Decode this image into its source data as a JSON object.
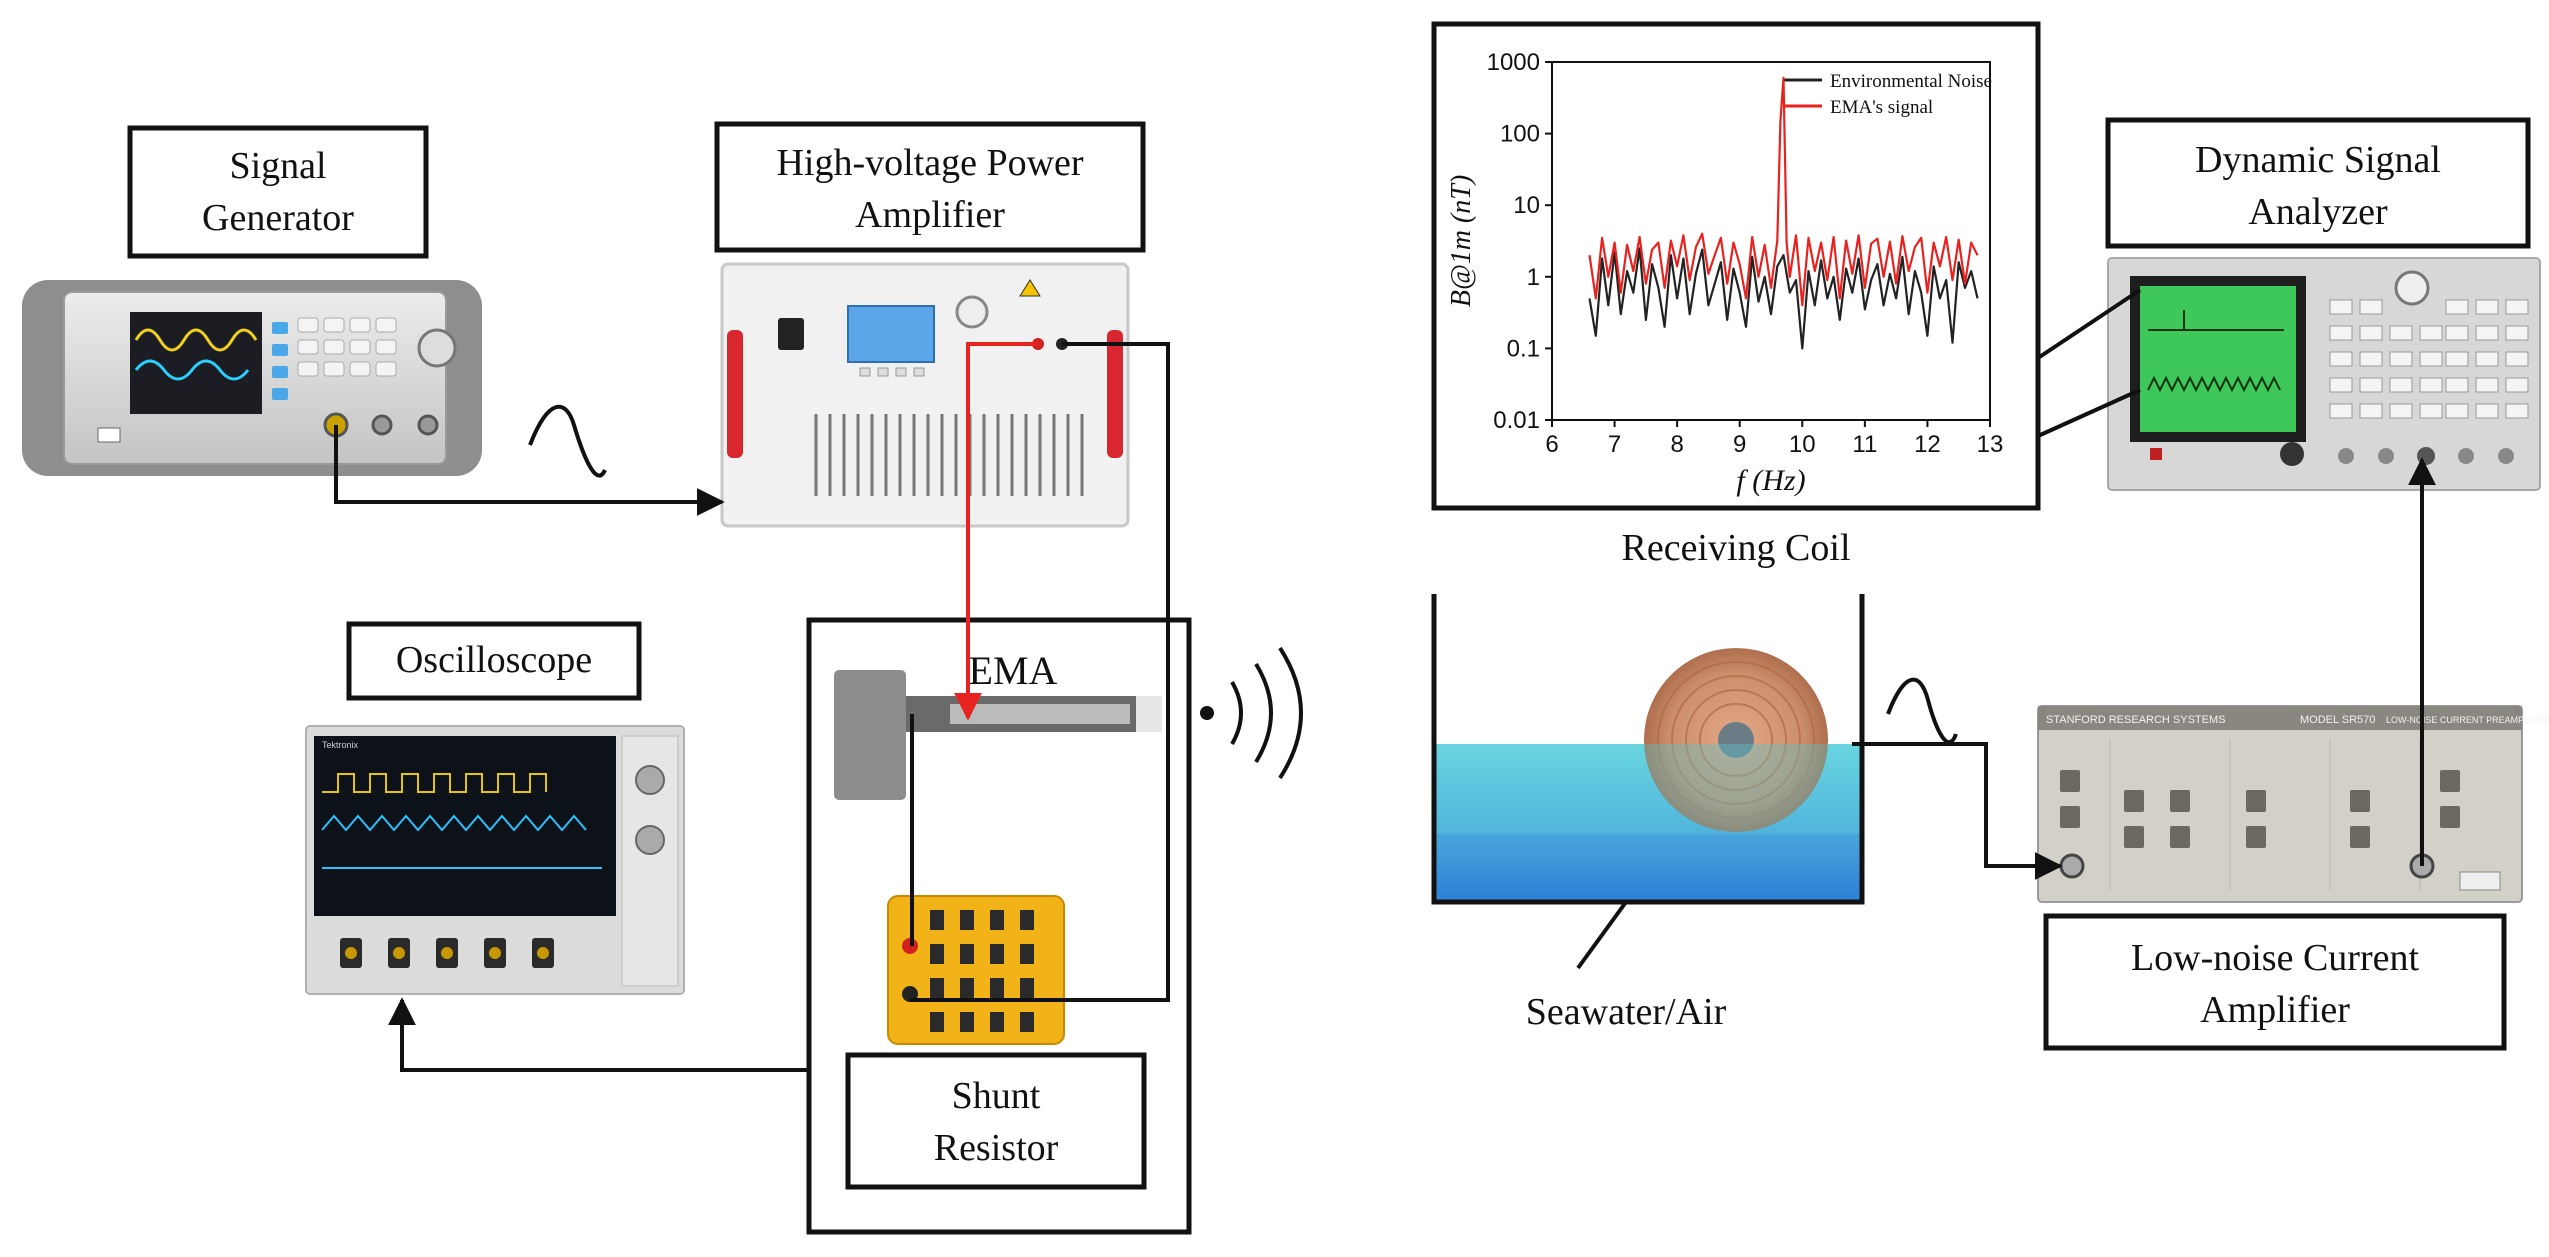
{
  "labels": {
    "signal_generator": [
      "Signal",
      "Generator"
    ],
    "power_amplifier": [
      "High-voltage Power",
      "Amplifier"
    ],
    "oscilloscope": "Oscilloscope",
    "ema": "EMA",
    "shunt_resistor": [
      "Shunt",
      "Resistor"
    ],
    "receiving_coil": "Receiving Coil",
    "seawater_air": "Seawater/Air",
    "dynamic_signal_analyzer": [
      "Dynamic Signal",
      "Analyzer"
    ],
    "current_amplifier": [
      "Low-noise Current",
      "Amplifier"
    ]
  },
  "device_text": {
    "oscilloscope_brand": "Tektronix",
    "current_amp_brand": "STANFORD RESEARCH SYSTEMS",
    "current_amp_model": "MODEL SR570",
    "current_amp_title": "LOW-NOISE CURRENT PREAMPLIFIER"
  },
  "colors": {
    "line": "#111111",
    "red_wire": "#e8231f",
    "water_top": "#5fd0dc",
    "water_bottom": "#2a7fd6",
    "coil": "#c98660",
    "resistor_body": "#f2b318",
    "analyzer_screen": "#3ec85a",
    "amp_handle": "#d8272e"
  },
  "chart_data": {
    "type": "line",
    "xlabel": "f (Hz)",
    "ylabel": "B@1m (nT)",
    "xlim": [
      6,
      13
    ],
    "ylim": [
      0.01,
      1000
    ],
    "yscale": "log",
    "xticks": [
      "6",
      "7",
      "8",
      "9",
      "10",
      "11",
      "12",
      "13"
    ],
    "yticks": [
      "0.01",
      "0.1",
      "1",
      "10",
      "100",
      "1000"
    ],
    "legend_position": "top-right",
    "series": [
      {
        "name": "Environmental Noise",
        "color": "#222222",
        "x": [
          6.6,
          6.7,
          6.8,
          6.9,
          7.0,
          7.1,
          7.2,
          7.3,
          7.4,
          7.5,
          7.6,
          7.7,
          7.8,
          7.9,
          8.0,
          8.1,
          8.2,
          8.3,
          8.4,
          8.5,
          8.6,
          8.7,
          8.8,
          8.9,
          9.0,
          9.1,
          9.2,
          9.3,
          9.4,
          9.5,
          9.6,
          9.7,
          9.8,
          9.9,
          10.0,
          10.1,
          10.2,
          10.3,
          10.4,
          10.5,
          10.6,
          10.7,
          10.8,
          10.9,
          11.0,
          11.1,
          11.2,
          11.3,
          11.4,
          11.5,
          11.6,
          11.7,
          11.8,
          11.9,
          12.0,
          12.1,
          12.2,
          12.3,
          12.4,
          12.5,
          12.6,
          12.7,
          12.8
        ],
        "y": [
          0.5,
          0.15,
          1.8,
          0.4,
          2.2,
          0.3,
          1.2,
          0.6,
          2.5,
          0.25,
          1.5,
          0.7,
          0.2,
          2.0,
          0.5,
          1.8,
          0.3,
          1.1,
          2.4,
          0.4,
          0.8,
          1.6,
          0.25,
          1.3,
          0.6,
          0.2,
          1.9,
          0.45,
          1.0,
          0.3,
          1.4,
          2.0,
          0.6,
          0.9,
          0.1,
          1.2,
          0.4,
          1.7,
          0.5,
          1.0,
          0.25,
          1.3,
          0.6,
          1.8,
          0.35,
          0.9,
          1.5,
          0.4,
          1.1,
          0.5,
          1.9,
          0.3,
          1.2,
          0.6,
          0.15,
          1.4,
          0.5,
          0.9,
          0.12,
          1.6,
          0.7,
          1.2,
          0.5
        ]
      },
      {
        "name": "EMA's signal",
        "color": "#e8231f",
        "x": [
          6.6,
          6.7,
          6.8,
          6.9,
          7.0,
          7.1,
          7.2,
          7.3,
          7.4,
          7.5,
          7.6,
          7.7,
          7.8,
          7.9,
          8.0,
          8.1,
          8.2,
          8.3,
          8.4,
          8.5,
          8.6,
          8.7,
          8.8,
          8.9,
          9.0,
          9.1,
          9.2,
          9.3,
          9.4,
          9.5,
          9.6,
          9.65,
          9.7,
          9.75,
          9.8,
          9.9,
          10.0,
          10.1,
          10.2,
          10.3,
          10.4,
          10.5,
          10.6,
          10.7,
          10.8,
          10.9,
          11.0,
          11.1,
          11.2,
          11.3,
          11.4,
          11.5,
          11.6,
          11.7,
          11.8,
          11.9,
          12.0,
          12.1,
          12.2,
          12.3,
          12.4,
          12.5,
          12.6,
          12.7,
          12.8
        ],
        "y": [
          2.0,
          0.5,
          3.5,
          1.0,
          3.0,
          0.6,
          2.8,
          1.2,
          3.6,
          0.8,
          2.4,
          3.0,
          0.7,
          3.2,
          1.4,
          3.8,
          0.9,
          2.6,
          4.0,
          1.1,
          2.0,
          3.5,
          0.8,
          3.0,
          1.5,
          0.5,
          3.6,
          1.0,
          2.8,
          0.7,
          3.2,
          150,
          600,
          3,
          1.0,
          3.8,
          0.4,
          3.5,
          1.2,
          3.0,
          0.9,
          3.6,
          0.5,
          3.2,
          1.1,
          3.8,
          0.7,
          2.9,
          3.4,
          1.0,
          3.1,
          0.8,
          3.7,
          1.2,
          2.6,
          3.5,
          0.6,
          3.0,
          1.4,
          3.6,
          0.9,
          3.3,
          0.8,
          3.0,
          2.0
        ]
      }
    ]
  }
}
